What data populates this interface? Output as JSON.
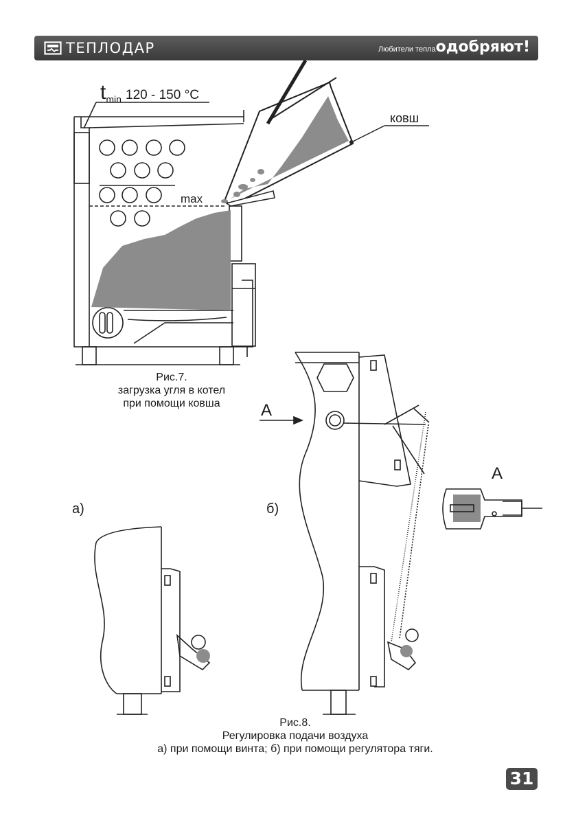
{
  "header": {
    "brand": "ТЕПЛОДАР",
    "slogan_small": "Любители тепла",
    "slogan_big": "одобряют!"
  },
  "figure7": {
    "temp_t": "t",
    "temp_sub": "min",
    "temp_range": "120 - 150 °C",
    "max_label": "max",
    "bucket_label": "ковш",
    "caption_line1": "Рис.7.",
    "caption_line2": "загрузка угля в котел",
    "caption_line3": "при помощи ковша"
  },
  "figure8": {
    "arrow_label": "А",
    "detail_label": "А",
    "label_a": "а)",
    "label_b": "б)",
    "caption_line1": "Рис.8.",
    "caption_line2": "Регулировка подачи воздуха",
    "caption_line3": "а) при помощи винта; б) при помощи регулятора тяги."
  },
  "page_number": "31",
  "colors": {
    "header_bg": "#4a4a4a",
    "coal": "#8c8c8c"
  }
}
